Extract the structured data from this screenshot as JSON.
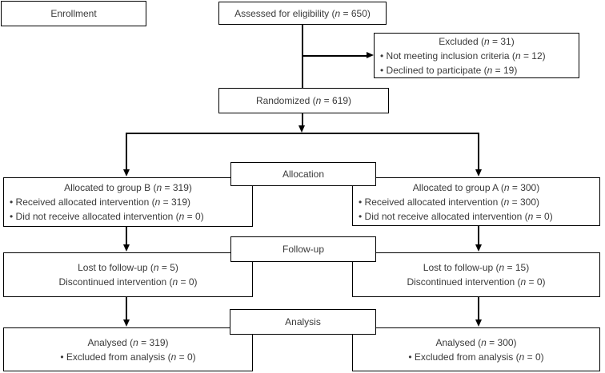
{
  "colors": {
    "line": "#000000",
    "text": "#3a3a3a",
    "background": "#ffffff"
  },
  "stages": {
    "enrollment": "Enrollment",
    "allocation": "Allocation",
    "followup": "Follow-up",
    "analysis": "Analysis"
  },
  "boxes": {
    "assessed": {
      "lines": [
        {
          "align": "center",
          "seg": [
            {
              "t": "Assessed for eligibility ("
            },
            {
              "t": "n",
              "i": true
            },
            {
              "t": " = 650)"
            }
          ]
        }
      ]
    },
    "excluded": {
      "lines": [
        {
          "align": "center",
          "seg": [
            {
              "t": "Excluded ("
            },
            {
              "t": "n",
              "i": true
            },
            {
              "t": " = 31)"
            }
          ]
        },
        {
          "align": "left",
          "seg": [
            {
              "t": "• Not meeting inclusion criteria ("
            },
            {
              "t": "n",
              "i": true
            },
            {
              "t": " = 12)"
            }
          ]
        },
        {
          "align": "left",
          "seg": [
            {
              "t": "• Declined to participate ("
            },
            {
              "t": "n",
              "i": true
            },
            {
              "t": " = 19)"
            }
          ]
        }
      ]
    },
    "randomized": {
      "lines": [
        {
          "align": "center",
          "seg": [
            {
              "t": "Randomized ("
            },
            {
              "t": "n",
              "i": true
            },
            {
              "t": " = 619)"
            }
          ]
        }
      ]
    },
    "allocated_group_b": {
      "lines": [
        {
          "align": "center",
          "seg": [
            {
              "t": "Allocated to group B ("
            },
            {
              "t": "n",
              "i": true
            },
            {
              "t": " = 319)"
            }
          ]
        },
        {
          "align": "left",
          "seg": [
            {
              "t": "• Received allocated intervention ("
            },
            {
              "t": "n",
              "i": true
            },
            {
              "t": " = 319)"
            }
          ]
        },
        {
          "align": "left",
          "seg": [
            {
              "t": "• Did not receive allocated intervention ("
            },
            {
              "t": "n",
              "i": true
            },
            {
              "t": " = 0)"
            }
          ]
        }
      ]
    },
    "allocated_group_a": {
      "lines": [
        {
          "align": "center",
          "seg": [
            {
              "t": "Allocated to group A ("
            },
            {
              "t": "n",
              "i": true
            },
            {
              "t": " = 300)"
            }
          ]
        },
        {
          "align": "left",
          "seg": [
            {
              "t": "• Received allocated intervention ("
            },
            {
              "t": "n",
              "i": true
            },
            {
              "t": " = 300)"
            }
          ]
        },
        {
          "align": "left",
          "seg": [
            {
              "t": "• Did not receive allocated intervention ("
            },
            {
              "t": "n",
              "i": true
            },
            {
              "t": " = 0)"
            }
          ]
        }
      ]
    },
    "followup_group_b": {
      "lines": [
        {
          "align": "center",
          "seg": [
            {
              "t": "Lost to follow-up ("
            },
            {
              "t": "n",
              "i": true
            },
            {
              "t": " = 5)"
            }
          ]
        },
        {
          "align": "center",
          "seg": [
            {
              "t": "Discontinued intervention ("
            },
            {
              "t": "n",
              "i": true
            },
            {
              "t": " = 0)"
            }
          ]
        }
      ]
    },
    "followup_group_a": {
      "lines": [
        {
          "align": "center",
          "seg": [
            {
              "t": "Lost to follow-up ("
            },
            {
              "t": "n",
              "i": true
            },
            {
              "t": " = 15)"
            }
          ]
        },
        {
          "align": "center",
          "seg": [
            {
              "t": "Discontinued intervention ("
            },
            {
              "t": "n",
              "i": true
            },
            {
              "t": " = 0)"
            }
          ]
        }
      ]
    },
    "analysis_group_b": {
      "lines": [
        {
          "align": "center",
          "seg": [
            {
              "t": "Analysed ("
            },
            {
              "t": "n",
              "i": true
            },
            {
              "t": " = 319)"
            }
          ]
        },
        {
          "align": "center",
          "seg": [
            {
              "t": "• Excluded from analysis ("
            },
            {
              "t": "n",
              "i": true
            },
            {
              "t": " = 0)"
            }
          ]
        }
      ]
    },
    "analysis_group_a": {
      "lines": [
        {
          "align": "center",
          "seg": [
            {
              "t": "Analysed ("
            },
            {
              "t": "n",
              "i": true
            },
            {
              "t": " = 300)"
            }
          ]
        },
        {
          "align": "center",
          "seg": [
            {
              "t": "• Excluded from analysis ("
            },
            {
              "t": "n",
              "i": true
            },
            {
              "t": " = 0)"
            }
          ]
        }
      ]
    }
  }
}
